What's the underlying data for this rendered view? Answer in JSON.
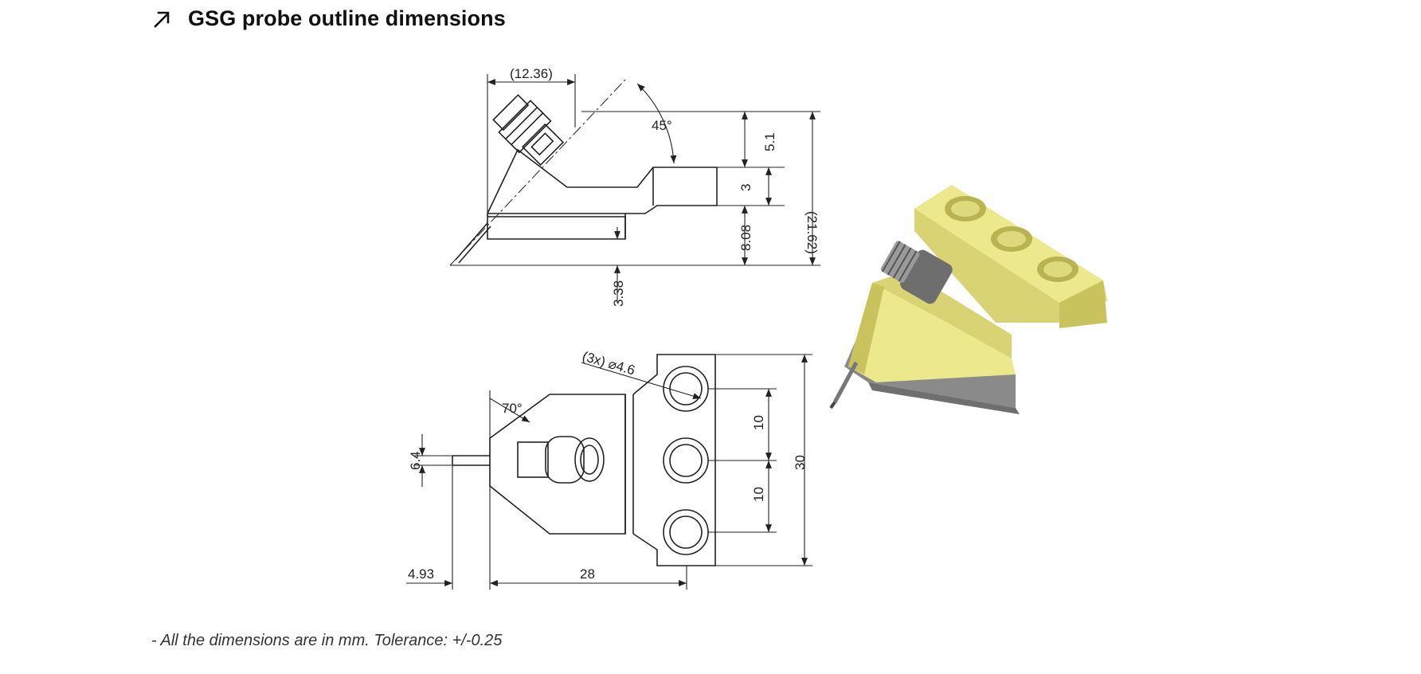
{
  "header": {
    "title": "GSG probe outline dimensions",
    "icon": "arrow-up-right-icon"
  },
  "side_view": {
    "dim_top_width": "(12.36)",
    "dim_angle": "45°",
    "dim_step": "5.1",
    "dim_body": "3",
    "dim_total_height": "(21.62)",
    "dim_base": "8.08",
    "dim_tip": "3.38"
  },
  "top_view": {
    "dim_holes": "(3x) ⌀4.6",
    "dim_angle": "70°",
    "dim_tip_width": "6.4",
    "dim_pitch_1": "10",
    "dim_pitch_2": "10",
    "dim_total_width": "30",
    "dim_tip_offset": "4.93",
    "dim_length": "28"
  },
  "colors": {
    "body": "#ece88c",
    "body_shadow": "#c9c35e",
    "base": "#8a8a8a",
    "line": "#222222"
  },
  "footer": {
    "note": "- All the dimensions are in mm. Tolerance: +/-0.25"
  }
}
